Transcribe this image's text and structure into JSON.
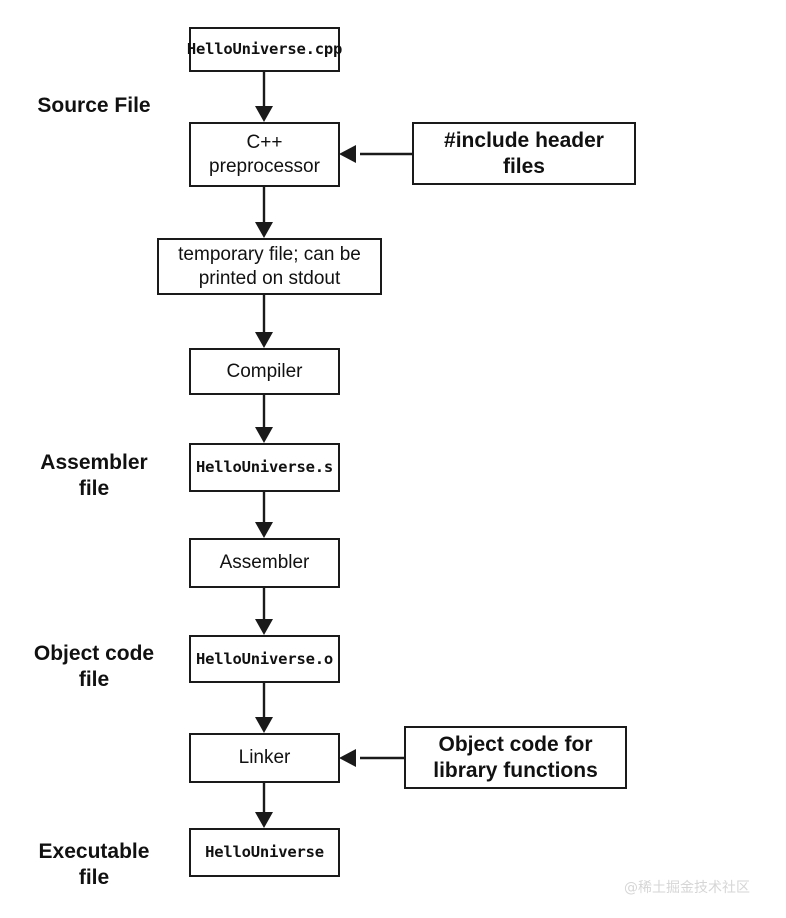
{
  "diagram": {
    "title": "C++ compilation pipeline flowchart",
    "background": "#ffffff",
    "stroke": "#1a1a1a",
    "watermark": "@稀土掘金技术社区",
    "stage_labels": [
      {
        "id": "stage-source-file",
        "text": "Source File"
      },
      {
        "id": "stage-assembler-file",
        "text": "Assembler\nfile"
      },
      {
        "id": "stage-object-code-file",
        "text": "Object code\nfile"
      },
      {
        "id": "stage-executable-file",
        "text": "Executable\nfile"
      }
    ],
    "nodes": [
      {
        "id": "node-source",
        "text": "HelloUniverse.cpp",
        "style": "mono"
      },
      {
        "id": "node-preprocessor",
        "text": "C++\npreprocessor",
        "style": "proc"
      },
      {
        "id": "node-include-headers",
        "text": "#include header\nfiles",
        "style": "side"
      },
      {
        "id": "node-temp-file",
        "text": "temporary file; can be\nprinted on stdout",
        "style": "proc"
      },
      {
        "id": "node-compiler",
        "text": "Compiler",
        "style": "proc"
      },
      {
        "id": "node-assembly-file",
        "text": "HelloUniverse.s",
        "style": "mono"
      },
      {
        "id": "node-assembler",
        "text": "Assembler",
        "style": "proc"
      },
      {
        "id": "node-object-file",
        "text": "HelloUniverse.o",
        "style": "mono"
      },
      {
        "id": "node-linker",
        "text": "Linker",
        "style": "proc"
      },
      {
        "id": "node-library-object-code",
        "text": "Object code for\nlibrary functions",
        "style": "side"
      },
      {
        "id": "node-executable",
        "text": "HelloUniverse",
        "style": "mono"
      }
    ],
    "edges": [
      {
        "id": "edge-source-to-preprocessor",
        "from": "node-source",
        "to": "node-preprocessor",
        "direction": "down"
      },
      {
        "id": "edge-headers-to-preprocessor",
        "from": "node-include-headers",
        "to": "node-preprocessor",
        "direction": "left"
      },
      {
        "id": "edge-preprocessor-to-temp",
        "from": "node-preprocessor",
        "to": "node-temp-file",
        "direction": "down"
      },
      {
        "id": "edge-temp-to-compiler",
        "from": "node-temp-file",
        "to": "node-compiler",
        "direction": "down"
      },
      {
        "id": "edge-compiler-to-assembly",
        "from": "node-compiler",
        "to": "node-assembly-file",
        "direction": "down"
      },
      {
        "id": "edge-assembly-to-assembler",
        "from": "node-assembly-file",
        "to": "node-assembler",
        "direction": "down"
      },
      {
        "id": "edge-assembler-to-object",
        "from": "node-assembler",
        "to": "node-object-file",
        "direction": "down"
      },
      {
        "id": "edge-object-to-linker",
        "from": "node-object-file",
        "to": "node-linker",
        "direction": "down"
      },
      {
        "id": "edge-library-to-linker",
        "from": "node-library-object-code",
        "to": "node-linker",
        "direction": "left"
      },
      {
        "id": "edge-linker-to-executable",
        "from": "node-linker",
        "to": "node-executable",
        "direction": "down"
      }
    ]
  }
}
